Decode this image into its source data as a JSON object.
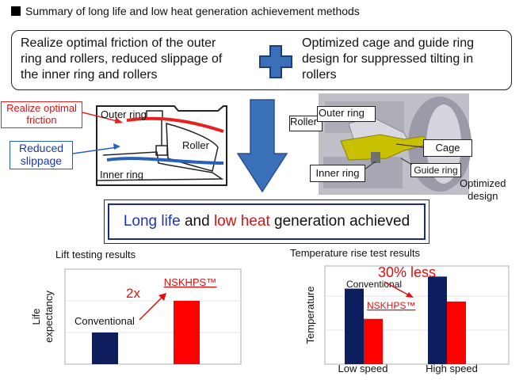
{
  "heading": "Summary of long life and low heat generation achievement methods",
  "summary": {
    "left_text": [
      "Realize optimal friction of the outer",
      "ring and rollers, reduced slippage of",
      "the inner ring and rollers"
    ],
    "right_text": [
      "Optimized cage and guide ring",
      "design for suppressed tilting in",
      "rollers"
    ]
  },
  "left_diagram": {
    "callout_friction": [
      "Realize optimal",
      "friction"
    ],
    "callout_slippage": [
      "Reduced",
      "slippage"
    ],
    "outer_ring": "Outer ring",
    "roller": "Roller",
    "inner_ring": "Inner ring"
  },
  "right_diagram": {
    "roller": "Roller",
    "outer_ring": "Outer ring",
    "cage": "Cage",
    "inner_ring": "Inner ring",
    "guide_ring": "Guide ring",
    "caption": [
      "Optimized",
      "design"
    ]
  },
  "result": {
    "part1": "Long life",
    "part2": " and ",
    "part3": "low heat",
    "part4": " generation achieved"
  },
  "colors": {
    "blue_text": "#1a35b8",
    "red_text": "#e01010",
    "navy_bar": "#0d1e5e",
    "red_bar": "#ff0000",
    "arrow_blue": "#3a70b8",
    "cage_yellow": "#c8c000"
  },
  "chart_data": [
    {
      "type": "bar",
      "title": "Lift testing results",
      "ylabel": "Life expectancy",
      "categories": [
        "Conventional",
        "NSKHPS"
      ],
      "values": [
        1,
        2
      ],
      "ylim": [
        0,
        3
      ],
      "bar_labels": [
        "Conventional",
        "NSKHPS™"
      ],
      "annotation": "2x",
      "grid": true
    },
    {
      "type": "bar",
      "title": "Temperature rise test results",
      "ylabel": "Temperature",
      "categories": [
        "Low speed",
        "High speed"
      ],
      "series": [
        {
          "name": "Conventional",
          "values": [
            1.0,
            1.16
          ]
        },
        {
          "name": "NSKHPS™",
          "values": [
            0.6,
            0.83
          ]
        }
      ],
      "ylim": [
        0,
        1.3
      ],
      "annotation": "30% less",
      "grid": true
    }
  ]
}
